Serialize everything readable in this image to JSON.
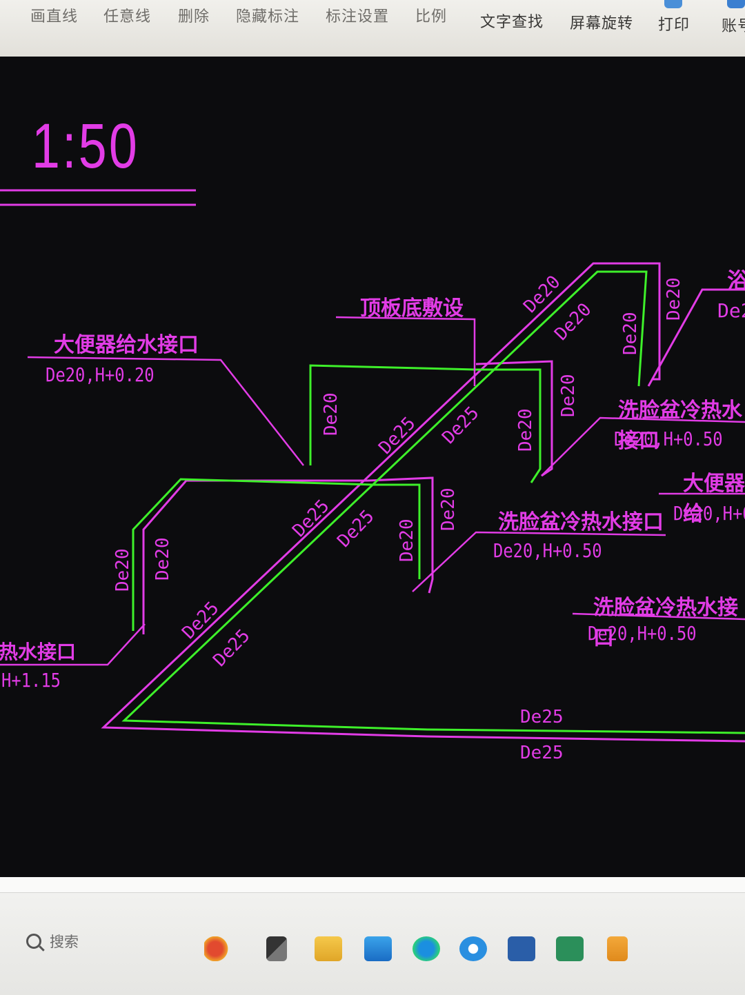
{
  "toolbar": {
    "items": [
      {
        "label": "画直线",
        "icon": "line-tool-icon"
      },
      {
        "label": "任意线",
        "icon": "freehand-tool-icon"
      },
      {
        "label": "删除",
        "icon": "delete-icon"
      },
      {
        "label": "隐藏标注",
        "icon": "hide-annotation-icon"
      },
      {
        "label": "标注设置",
        "icon": "annotation-settings-icon"
      },
      {
        "label": "比例",
        "icon": "scale-icon"
      },
      {
        "label": "文字查找",
        "icon": "text-search-icon"
      },
      {
        "label": "屏幕旋转",
        "icon": "rotate-screen-icon"
      },
      {
        "label": "打印",
        "icon": "print-icon"
      },
      {
        "label": "账号",
        "icon": "account-icon"
      }
    ]
  },
  "drawing": {
    "scale_title": "1:50",
    "labels": {
      "ceiling_laying": "顶板底敷设",
      "toilet_inlet": "大便器给水接口",
      "toilet_inlet_spec": "De20,H+0.20",
      "basin_inlet_1": "洗脸盆冷热水接口",
      "basin_inlet_1_spec": "De20,H+0.50",
      "basin_inlet_2": "洗脸盆冷热水接口",
      "basin_inlet_2_spec": "De20,H+0.50",
      "basin_inlet_3": "洗脸盆冷热水接口",
      "basin_inlet_3_spec": "De20,H+0.50",
      "toilet_inlet_right": "大便器给",
      "toilet_inlet_right_spec": "De20,H+0.",
      "left_inlet": "冷热水接口",
      "left_inlet_spec": "H+1.15",
      "right_top_char": "浴",
      "right_top_spec": "De2",
      "de20": "De20",
      "de25": "De25"
    },
    "colors": {
      "background": "#0c0c0e",
      "hot_pipe": "#e23ce6",
      "cold_pipe": "#3ef02a",
      "text": "#e23ce6"
    }
  },
  "taskbar": {
    "search_label": "搜索",
    "icons": [
      "widgets-icon",
      "task-view-icon",
      "file-explorer-icon",
      "mail-icon",
      "edge-browser-icon",
      "ie-browser-icon",
      "cad-viewer-icon",
      "kenv-app-icon",
      "app-icon"
    ]
  }
}
